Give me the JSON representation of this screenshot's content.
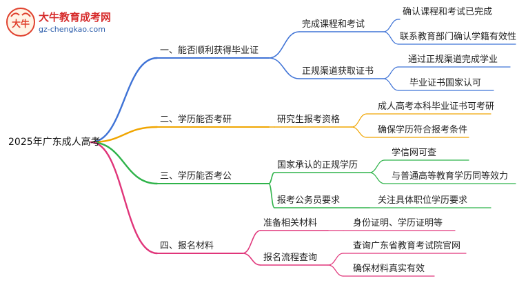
{
  "logo": {
    "name": "大牛教育成考网",
    "url": "gz-chengkao.com",
    "mark": "大牛"
  },
  "root": {
    "label": "2025年广东成人高考"
  },
  "branches": [
    {
      "label": "一、能否顺利获得毕业证",
      "color": "#3f73d6",
      "children": [
        {
          "label": "完成课程和考试",
          "leaves": [
            "确认课程和考试已完成",
            "联系教育部门确认学籍有效性"
          ]
        },
        {
          "label": "正规渠道获取证书",
          "leaves": [
            "通过正规渠道完成学业",
            "毕业证书国家认可"
          ]
        }
      ]
    },
    {
      "label": "二、学历能否考研",
      "color": "#f0a500",
      "children": [
        {
          "label": "研究生报考资格",
          "leaves": [
            "成人高考本科毕业证书可考研",
            "确保学历符合报考条件"
          ]
        }
      ]
    },
    {
      "label": "三、学历能否考公",
      "color": "#2fb34a",
      "children": [
        {
          "label": "国家承认的正规学历",
          "leaves": [
            "学信网可查",
            "与普通高等教育学历同等效力"
          ]
        },
        {
          "label": "报考公务员要求",
          "leaves": [
            "关注具体职位学历要求"
          ]
        }
      ]
    },
    {
      "label": "四、报名材料",
      "color": "#e0357a",
      "children": [
        {
          "label": "准备相关材料",
          "leaves": [
            "身份证明、学历证明等"
          ]
        },
        {
          "label": "报名流程查询",
          "leaves": [
            "查询广东省教育考试院官网",
            "确保材料真实有效"
          ]
        }
      ]
    }
  ]
}
